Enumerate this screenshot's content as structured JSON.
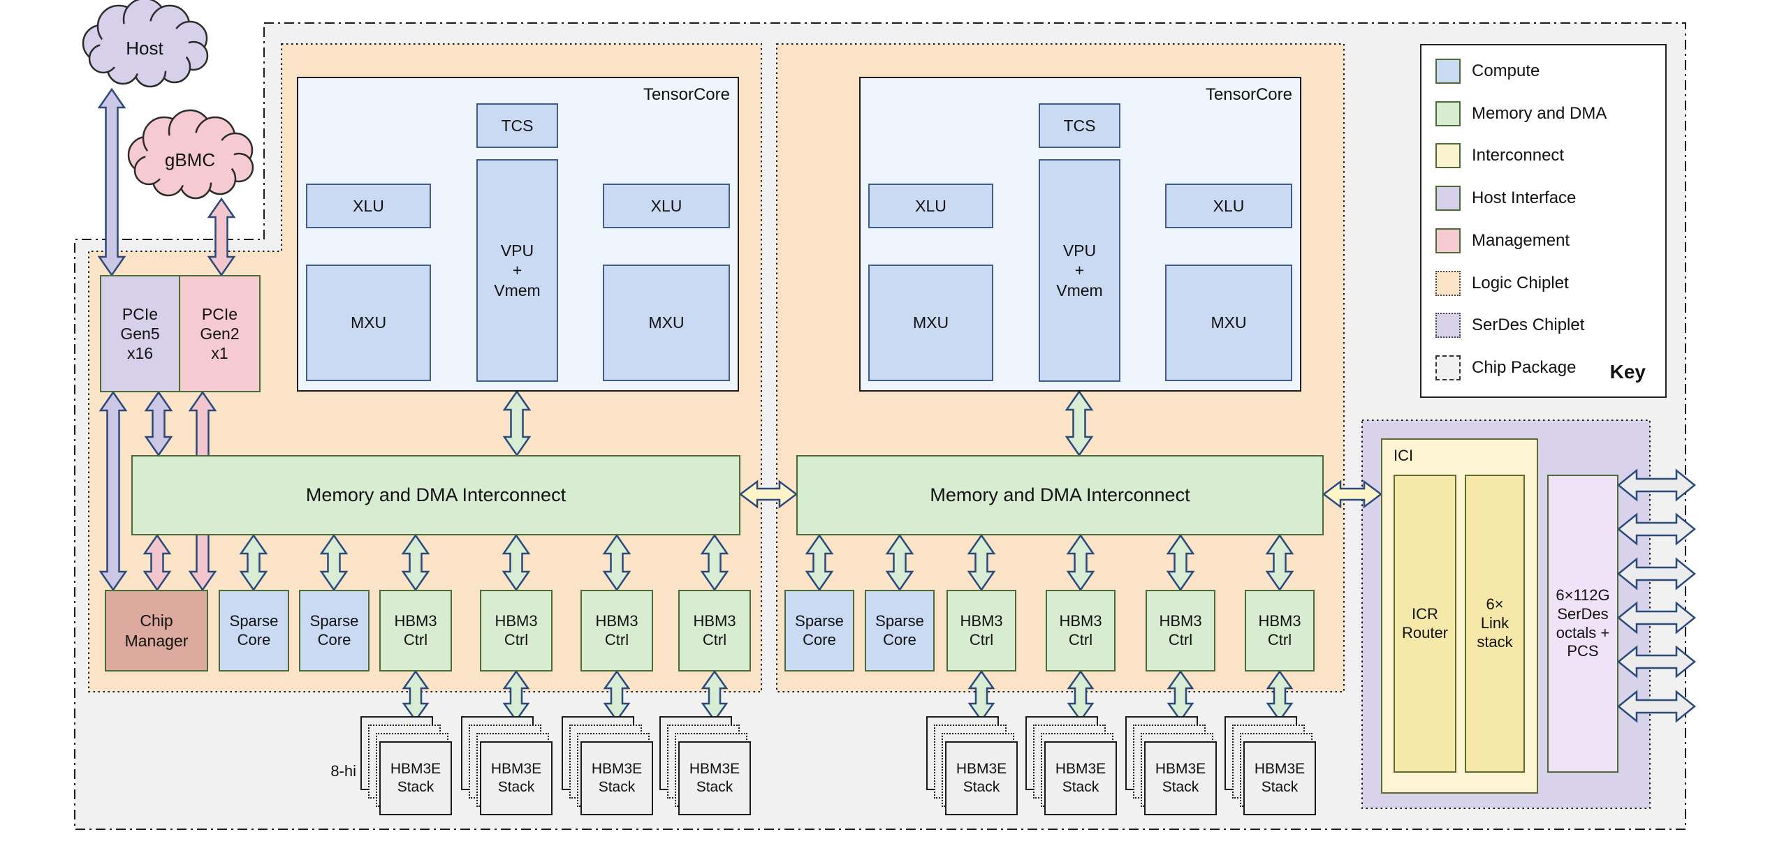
{
  "clouds": {
    "host": "Host",
    "gbmc": "gBMC"
  },
  "pcie": {
    "gen5": [
      "PCIe",
      "Gen5",
      "x16"
    ],
    "gen2": [
      "PCIe",
      "Gen2",
      "x1"
    ]
  },
  "tensorcore": {
    "title": "TensorCore",
    "tcs": "TCS",
    "xlu": "XLU",
    "vpu": [
      "VPU",
      "+",
      "Vmem"
    ],
    "mxu": "MXU"
  },
  "interconnect": {
    "label": "Memory and DMA Interconnect"
  },
  "row": {
    "chip_manager": [
      "Chip",
      "Manager"
    ],
    "sparse_core": [
      "Sparse",
      "Core"
    ],
    "hbm3_ctrl": [
      "HBM3",
      "Ctrl"
    ]
  },
  "hbm": {
    "stack": [
      "HBM3E",
      "Stack"
    ],
    "height": "8-hi"
  },
  "ici": {
    "title": "ICI",
    "icr_router": [
      "ICR",
      "Router"
    ],
    "link_stack": [
      "6×",
      "Link",
      "stack"
    ],
    "serdes": [
      "6×112G",
      "SerDes",
      "octals +",
      "PCS"
    ]
  },
  "legend": {
    "title": "Key",
    "items": [
      {
        "label": "Compute",
        "swatch": "compute"
      },
      {
        "label": "Memory and DMA",
        "swatch": "memory"
      },
      {
        "label": "Interconnect",
        "swatch": "interconnect"
      },
      {
        "label": "Host Interface",
        "swatch": "host"
      },
      {
        "label": "Management",
        "swatch": "management"
      },
      {
        "label": "Logic Chiplet",
        "swatch": "logic-chiplet"
      },
      {
        "label": "SerDes Chiplet",
        "swatch": "serdes-chiplet"
      },
      {
        "label": "Chip Package",
        "swatch": "chip-package"
      }
    ]
  },
  "colors": {
    "compute": "#c9daf2",
    "memory_dma": "#d8ecd2",
    "interconnect_yellow": "#fbf3cf",
    "host_interface": "#d6d0ea",
    "management": "#f6cad1",
    "logic_chiplet": "#fbe3c7",
    "serdes_chiplet": "#d8d2ea",
    "chip_package": "#f1f1f2",
    "chip_manager": "#dba99d",
    "serdes_box": "#f0e3f8",
    "ici_outer": "#fcf4d2",
    "ici_inner": "#f6e8a8",
    "hbm_stack": "#efefef",
    "tensorcore_bg": "#eff5fd",
    "arrow_stroke": "#2a4a7c"
  }
}
